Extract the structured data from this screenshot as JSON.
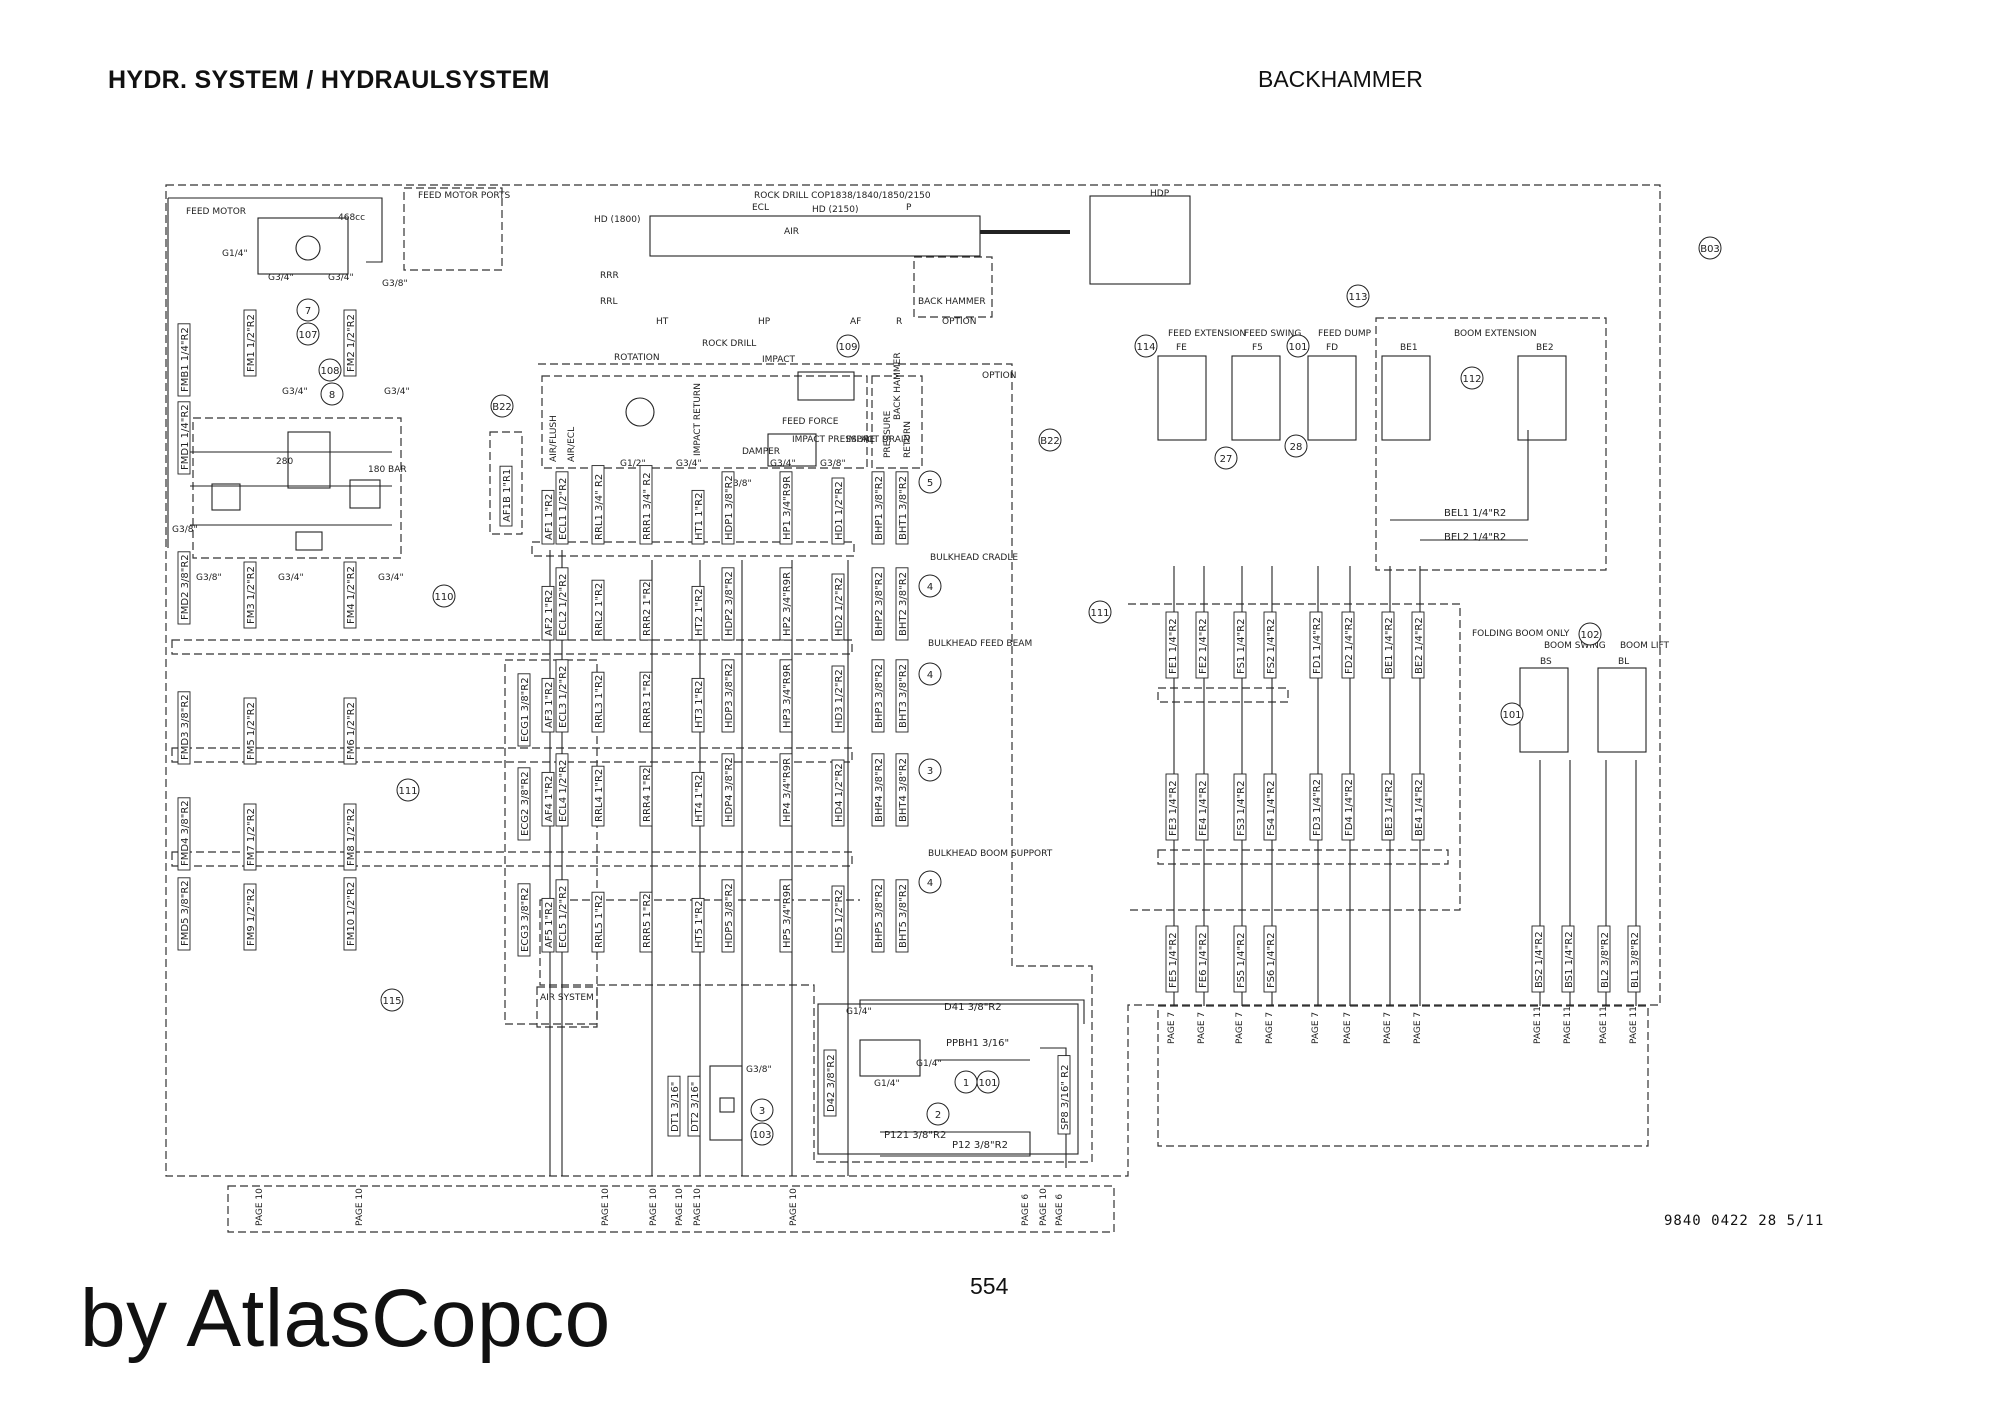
{
  "header": {
    "title_left": "HYDR. SYSTEM / HYDRAULSYSTEM",
    "title_right": "BACKHAMMER"
  },
  "footer": {
    "page_number": "554",
    "brand": "by AtlasCopco",
    "drawing_number": "9840 0422 28 5/11"
  },
  "labels": {
    "feed_motor": "FEED MOTOR",
    "feed_motor_ports": "FEED MOTOR PORTS",
    "motor_disp": "468cc",
    "rock_drill_models": "ROCK DRILL COP1838/1840/1850/2150",
    "hd1800": "HD (1800)",
    "hd2150": "HD (2150)",
    "ecl": "ECL",
    "air": "AIR",
    "rrr": "RRR",
    "rrl": "RRL",
    "ht": "HT",
    "hp": "HP",
    "af": "AF",
    "r": "R",
    "p": "P",
    "back_hammer": "BACK HAMMER",
    "option": "OPTION",
    "hdp": "HDP",
    "rotation": "ROTATION",
    "rock_drill": "ROCK DRILL",
    "impact": "IMPACT",
    "feed_force": "FEED FORCE",
    "damper": "DAMPER",
    "impact_pressure": "IMPACT PRESSURE",
    "impact_drain": "IMPACT DRAIN",
    "impact_return": "IMPACT RETURN",
    "air_flush": "AIR/FLUSH",
    "air_ecl": "AIR/ECL",
    "pressure": "PRESSURE",
    "return": "RETURN",
    "bulkhead_cradle": "BULKHEAD CRADLE",
    "bulkhead_feed_beam": "BULKHEAD FEED BEAM",
    "bulkhead_boom_support": "BULKHEAD BOOM SUPPORT",
    "air_system": "AIR SYSTEM",
    "feed_extension": "FEED EXTENSION",
    "feed_swing": "FEED SWING",
    "feed_dump": "FEED DUMP",
    "boom_extension": "BOOM EXTENSION",
    "folding_boom_only": "FOLDING BOOM ONLY",
    "boom_swing": "BOOM SWING",
    "boom_lift": "BOOM LIFT",
    "bar280": "280",
    "bar180": "180 BAR",
    "fe": "FE",
    "f5": "F5",
    "fd": "FD",
    "be1": "BE1",
    "be2": "BE2",
    "bs": "BS",
    "bl": "BL"
  },
  "callouts": [
    "7",
    "107",
    "108",
    "8",
    "109",
    "113",
    "114",
    "101",
    "27",
    "28",
    "112",
    "B03",
    "B22",
    "B22",
    "5",
    "4",
    "4",
    "3",
    "4",
    "110",
    "111",
    "111",
    "115",
    "1",
    "101",
    "2",
    "3",
    "103",
    "101",
    "102"
  ],
  "fm_hoses": [
    "FMB1 1/4\"R2",
    "FMD1 1/4\"R2",
    "FMD2 3/8\"R2",
    "FMD3 3/8\"R2",
    "FMD4 3/8\"R2",
    "FMD5 3/8\"R2"
  ],
  "fm_col2": [
    "FM1 1/2\"R2",
    "FM3 1/2\"R2",
    "FM5 1/2\"R2",
    "FM7 1/2\"R2",
    "FM9 1/2\"R2"
  ],
  "fm_col3": [
    "FM2 1/2\"R2",
    "FM4 1/2\"R2",
    "FM6 1/2\"R2",
    "FM8 1/2\"R2",
    "FM10 1/2\"R2"
  ],
  "drill_cols": [
    [
      "AF1 1\"R2",
      "AF2 1\"R2",
      "AF3 1\"R2",
      "AF4 1\"R2",
      "AF5 1\"R2"
    ],
    [
      "ECL1 1/2\"R2",
      "ECL2 1/2\"R2",
      "ECL3 1/2\"R2",
      "ECL4 1/2\"R2",
      "ECL5 1/2\"R2"
    ],
    [
      "RRL1 3/4\" R2",
      "RRL2 1\"R2",
      "RRL3 1\"R2",
      "RRL4 1\"R2",
      "RRL5 1\"R2"
    ],
    [
      "RRR1 3/4\" R2",
      "RRR2 1\"R2",
      "RRR3 1\"R2",
      "RRR4 1\"R2",
      "RRR5 1\"R2"
    ],
    [
      "HT1 1\"R2",
      "HT2 1\"R2",
      "HT3 1\"R2",
      "HT4 1\"R2",
      "HT5 1\"R2"
    ],
    [
      "HDP1 3/8\"R2",
      "HDP2 3/8\"R2",
      "HDP3 3/8\"R2",
      "HDP4 3/8\"R2",
      "HDP5 3/8\"R2"
    ],
    [
      "HP1 3/4\"R9R",
      "HP2 3/4\"R9R",
      "HP3 3/4\"R9R",
      "HP4 3/4\"R9R",
      "HP5 3/4\"R9R"
    ],
    [
      "HD1 1/2\"R2",
      "HD2 1/2\"R2",
      "HD3 1/2\"R2",
      "HD4 1/2\"R2",
      "HD5 1/2\"R2"
    ],
    [
      "BHP1 3/8\"R2",
      "BHP2 3/8\"R2",
      "BHP3 3/8\"R2",
      "BHP4 3/8\"R2",
      "BHP5 3/8\"R2"
    ],
    [
      "BHT1 3/8\"R2",
      "BHT2 3/8\"R2",
      "BHT3 3/8\"R2",
      "BHT4 3/8\"R2",
      "BHT5 3/8\"R2"
    ]
  ],
  "ecg": [
    "ECG1 3/8\"R2",
    "ECG2 3/8\"R2",
    "ECG3 3/8\"R2"
  ],
  "af1b": "AF1B 1\"R1",
  "boom_cols": [
    [
      "FE1 1/4\"R2",
      "FE3 1/4\"R2",
      "FE5 1/4\"R2"
    ],
    [
      "FE2 1/4\"R2",
      "FE4 1/4\"R2",
      "FE6 1/4\"R2"
    ],
    [
      "FS1 1/4\"R2",
      "FS3 1/4\"R2",
      "FS5 1/4\"R2"
    ],
    [
      "FS2 1/4\"R2",
      "FS4 1/4\"R2",
      "FS6 1/4\"R2"
    ],
    [
      "FD1 1/4\"R2",
      "FD3 1/4\"R2"
    ],
    [
      "FD2 1/4\"R2",
      "FD4 1/4\"R2"
    ],
    [
      "BE1 1/4\"R2",
      "BE3 1/4\"R2"
    ],
    [
      "BE2 1/4\"R2",
      "BE4 1/4\"R2"
    ]
  ],
  "bel": [
    "BEL1 1/4\"R2",
    "BEL2 1/4\"R2"
  ],
  "bs_bl": [
    "BS2 1/4\"R2",
    "BS1 1/4\"R2",
    "BL2 3/8\"R2",
    "BL1 3/8\"R2"
  ],
  "valve_labels": [
    "D41 3/8\"R2",
    "PPBH1 3/16\"",
    "P121 3/8\"R2",
    "P12 3/8\"R2",
    "D42 3/8\"R2",
    "SP8 3/16\" R2",
    "DT1 3/16\"",
    "DT2 3/16\""
  ],
  "fittings": [
    "G1/4\"",
    "G3/4\"",
    "G3/4\"",
    "G3/8\"",
    "G3/4\"",
    "G3/4\"",
    "G3/8\"",
    "G3/8\"",
    "G3/4\"",
    "G3/4\"",
    "G1/2\"",
    "G3/4\"",
    "G3/8\"",
    "G3/4\"",
    "G3/8\"",
    "G1/4\"",
    "G1/4\"",
    "G1/4\"",
    "G3/8\""
  ],
  "page_refs_bottom": [
    "PAGE 10",
    "PAGE 10",
    "PAGE 10",
    "PAGE 10",
    "PAGE 10",
    "PAGE 10",
    "PAGE 10",
    "PAGE 6",
    "PAGE 10",
    "PAGE 6"
  ],
  "page_refs_right": [
    "PAGE 7",
    "PAGE 7",
    "PAGE 7",
    "PAGE 7",
    "PAGE 7",
    "PAGE 7",
    "PAGE 7",
    "PAGE 7",
    "PAGE 11",
    "PAGE 11",
    "PAGE 11",
    "PAGE 11"
  ]
}
